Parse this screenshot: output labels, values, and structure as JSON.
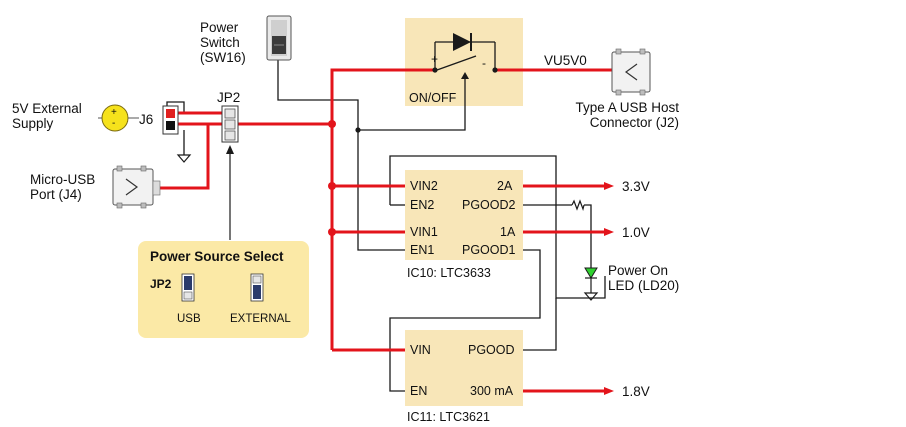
{
  "labels": {
    "ext_supply": [
      "5V External",
      "Supply"
    ],
    "j6": "J6",
    "jp2": "JP2",
    "power_switch": [
      "Power",
      "Switch",
      "(SW16)"
    ],
    "micro_usb": [
      "Micro-USB",
      "Port (J4)"
    ],
    "on_off": "ON/OFF",
    "vu5v0": "VU5V0",
    "usb_host": [
      "Type A USB Host",
      "Connector (J2)"
    ],
    "power_on_led": [
      "Power On",
      "LED (LD20)"
    ],
    "plus": "+",
    "minus": "-",
    "pol_plus": "+",
    "pol_minus": "-"
  },
  "ic10": {
    "name": "IC10: LTC3633",
    "vin2": "VIN2",
    "en2": "EN2",
    "vin1": "VIN1",
    "en1": "EN1",
    "out2": "2A",
    "pgood2": "PGOOD2",
    "out1": "1A",
    "pgood1": "PGOOD1"
  },
  "ic11": {
    "name": "IC11: LTC3621",
    "vin": "VIN",
    "pgood": "PGOOD",
    "en": "EN",
    "out": "300 mA"
  },
  "rails": {
    "v33": "3.3V",
    "v10": "1.0V",
    "v18": "1.8V"
  },
  "legend": {
    "title": "Power Source Select",
    "jumper": "JP2",
    "opt_usb": "USB",
    "opt_external": "EXTERNAL"
  },
  "colors": {
    "power_line": "#e3141b",
    "signal_line": "#1a1a1a",
    "ic_fill": "#f8e6b8",
    "legend_fill": "#fbe9a6",
    "supply_fill": "#f6e21c",
    "led_fill": "#2fd12f"
  }
}
